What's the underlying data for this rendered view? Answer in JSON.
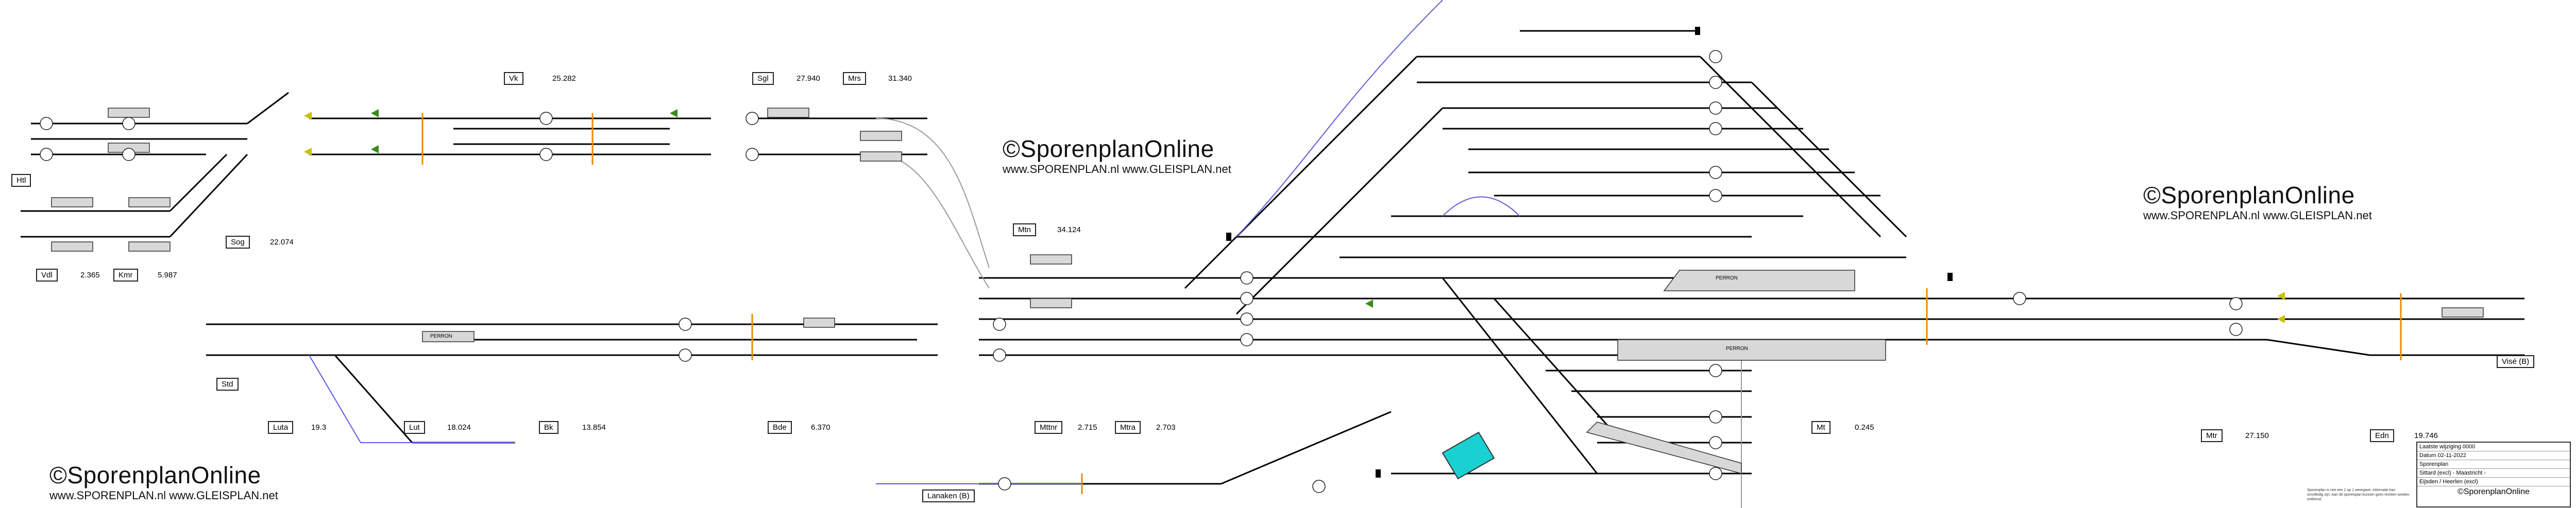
{
  "watermarks": [
    {
      "brand": "SporenplanOnline",
      "urls": "www.SPORENPLAN.nl   www.GLEISPLAN.net"
    },
    {
      "brand": "SporenplanOnline",
      "urls": "www.SPORENPLAN.nl   www.GLEISPLAN.net"
    },
    {
      "brand": "SporenplanOnline",
      "urls": "www.SPORENPLAN.nl   www.GLEISPLAN.net"
    }
  ],
  "copyright_symbol": "©",
  "stations": [
    {
      "code": "Vk",
      "km": "25.282"
    },
    {
      "code": "Sgl",
      "km": "27.940"
    },
    {
      "code": "Mrs",
      "km": "31.340"
    },
    {
      "code": "Htl",
      "km": ""
    },
    {
      "code": "Vdl",
      "km": "2.365"
    },
    {
      "code": "Kmr",
      "km": "5.987"
    },
    {
      "code": "Sog",
      "km": "22.074"
    },
    {
      "code": "Mtn",
      "km": "34.124"
    },
    {
      "code": "Std",
      "km": ""
    },
    {
      "code": "Luta",
      "km": "19.3"
    },
    {
      "code": "Lut",
      "km": "18.024"
    },
    {
      "code": "Bk",
      "km": "13.854"
    },
    {
      "code": "Bde",
      "km": "6.370"
    },
    {
      "code": "Mttnr",
      "km": "2.715"
    },
    {
      "code": "Mtra",
      "km": "2.703"
    },
    {
      "code": "Mt",
      "km": "0.245"
    },
    {
      "code": "Mtr",
      "km": "27.150"
    },
    {
      "code": "Edn",
      "km": "19.746"
    },
    {
      "code": "Visé (B)",
      "km": ""
    },
    {
      "code": "Lanaken (B)",
      "km": ""
    }
  ],
  "perron_label": "PERRON",
  "infobox": {
    "rows": [
      "Laatste wijziging   0000",
      "Datum                02-11-2022",
      "Sporenplan",
      "Sittard (excl) - Maastricht -",
      "Eijsden / Heerlen (excl)"
    ],
    "footer_brand": "SporenplanOnline"
  },
  "notes": "Sporenplan is niet een 1 op 1 weergave, informatie kan onvolledig zijn. Aan dit sporenplan kunnen geen rechten worden ontleend."
}
